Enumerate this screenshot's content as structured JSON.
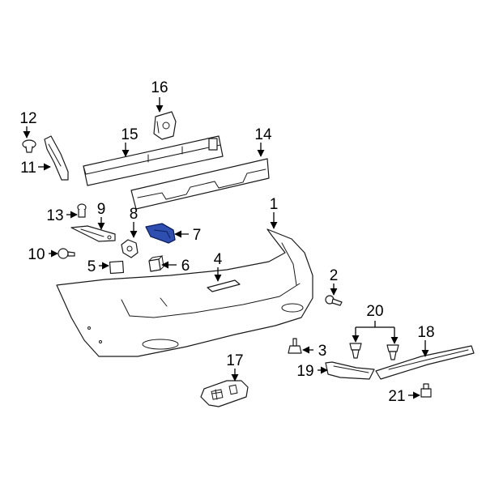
{
  "callouts": {
    "c1": "1",
    "c2": "2",
    "c3": "3",
    "c4": "4",
    "c5": "5",
    "c6": "6",
    "c7": "7",
    "c8": "8",
    "c9": "9",
    "c10": "10",
    "c11": "11",
    "c12": "12",
    "c13": "13",
    "c14": "14",
    "c15": "15",
    "c16": "16",
    "c17": "17",
    "c18": "18",
    "c19": "19",
    "c20": "20",
    "c21": "21"
  },
  "colors": {
    "highlight_fill": "#2e4fb0",
    "highlight_stroke": "#0e1f60",
    "line": "#1a1a1a",
    "background": "#ffffff"
  }
}
